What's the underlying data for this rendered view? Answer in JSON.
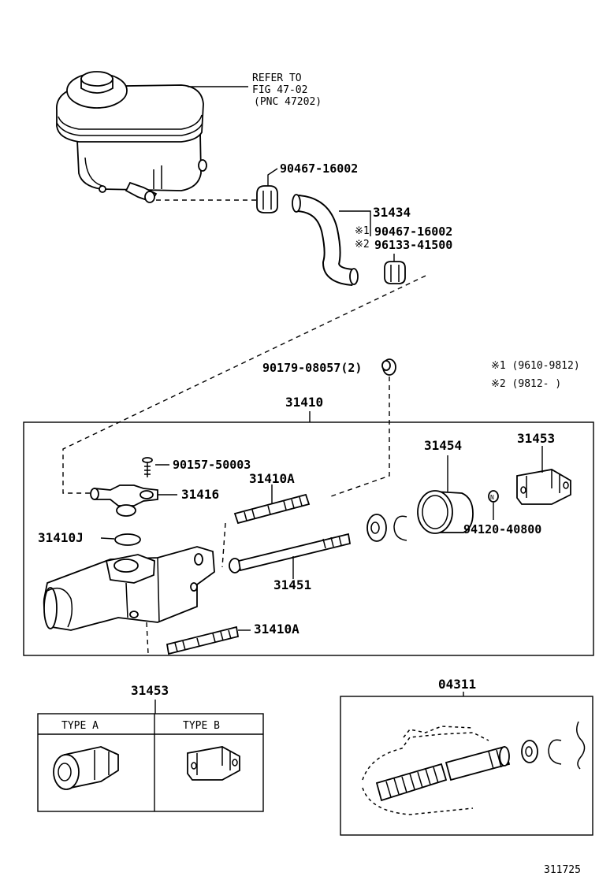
{
  "reservoir": {
    "refer_line1": "REFER TO",
    "refer_line2": "FIG 47-02",
    "refer_line3": "(PNC 47202)"
  },
  "parts": {
    "clip_upper": "90467-16002",
    "hose": "31434",
    "clip_alt1_mark": "※1",
    "clip_alt1": "90467-16002",
    "clip_alt2_mark": "※2",
    "clip_alt2": "96133-41500",
    "plug": "90179-08057(2)",
    "assembly": "31410",
    "screw": "90157-50003",
    "stud_upper": "31410A",
    "union": "31416",
    "grommet": "31410J",
    "bolt": "31451",
    "stud_lower": "31410A",
    "boot": "31454",
    "bracket": "31453",
    "nut": "94120-40800"
  },
  "legend": {
    "note1": "※1 (9610-9812)",
    "note2": "※2 (9812-     )"
  },
  "bracket_types": {
    "title": "31453",
    "type_a": "TYPE A",
    "type_b": "TYPE B"
  },
  "kit": {
    "title": "04311"
  },
  "figure_number": "311725"
}
